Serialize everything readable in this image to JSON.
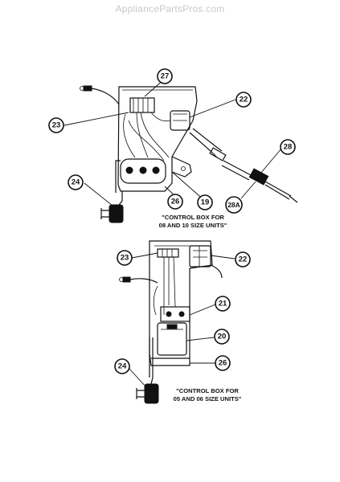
{
  "watermark": "AppliancePartsPros.com",
  "top_diagram": {
    "caption_line1": "\"CONTROL BOX FOR",
    "caption_line2": "08 AND 10 SIZE UNITS\"",
    "callouts": [
      "27",
      "22",
      "23",
      "28",
      "24",
      "26",
      "19",
      "28A"
    ]
  },
  "bottom_diagram": {
    "caption_line1": "\"CONTROL BOX FOR",
    "caption_line2": "05 AND 06 SIZE UNITS\"",
    "callouts": [
      "23",
      "22",
      "21",
      "20",
      "24",
      "26"
    ]
  }
}
